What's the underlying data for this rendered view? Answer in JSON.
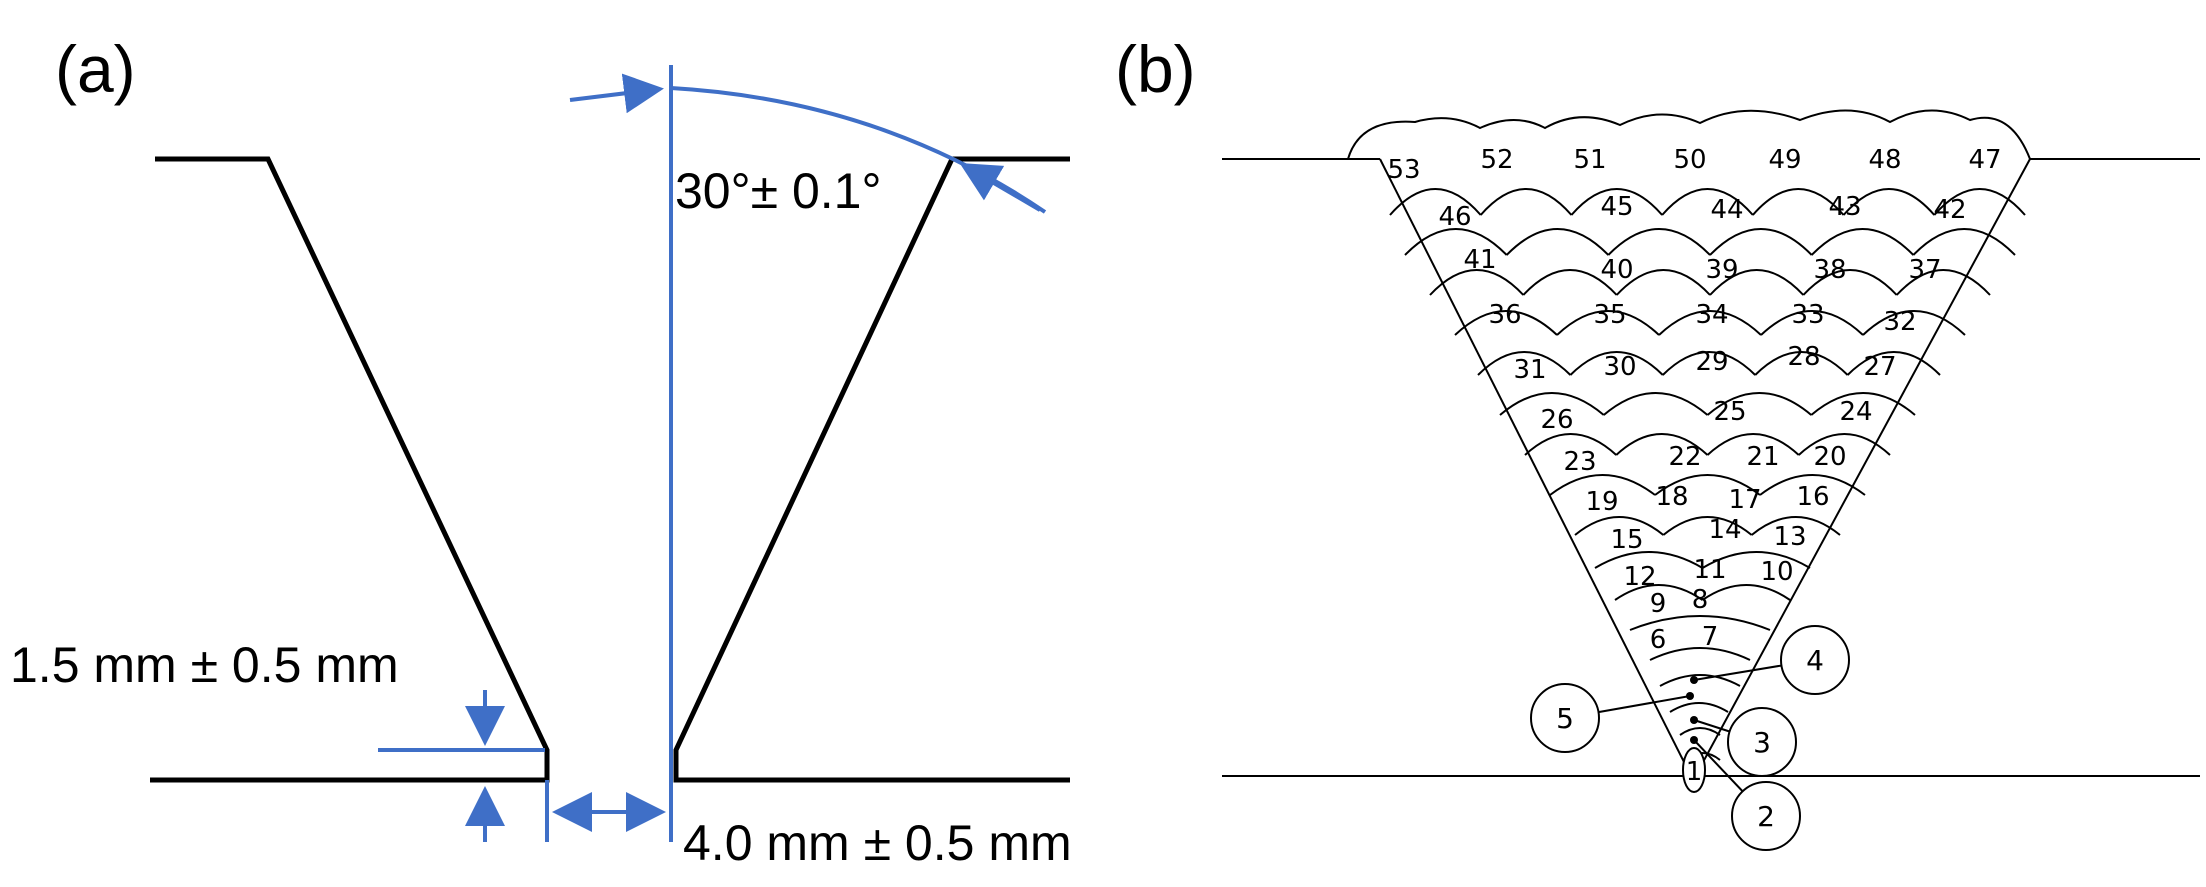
{
  "panel_a": {
    "label": "(a)",
    "angle_label": "30°± 0.1°",
    "root_face_label": "1.5 mm ± 0.5 mm",
    "root_gap_label": "4.0 mm ± 0.5 mm"
  },
  "panel_b": {
    "label": "(b)",
    "passes": [
      "1",
      "2",
      "3",
      "4",
      "5",
      "6",
      "7",
      "8",
      "9",
      "10",
      "11",
      "12",
      "13",
      "14",
      "15",
      "16",
      "17",
      "18",
      "19",
      "20",
      "21",
      "22",
      "23",
      "24",
      "25",
      "26",
      "27",
      "28",
      "29",
      "30",
      "31",
      "32",
      "33",
      "34",
      "35",
      "36",
      "37",
      "38",
      "39",
      "40",
      "41",
      "42",
      "43",
      "44",
      "45",
      "46",
      "47",
      "48",
      "49",
      "50",
      "51",
      "52",
      "53"
    ]
  },
  "colors": {
    "dimension": "#3f6fc7",
    "outline": "#000000"
  }
}
